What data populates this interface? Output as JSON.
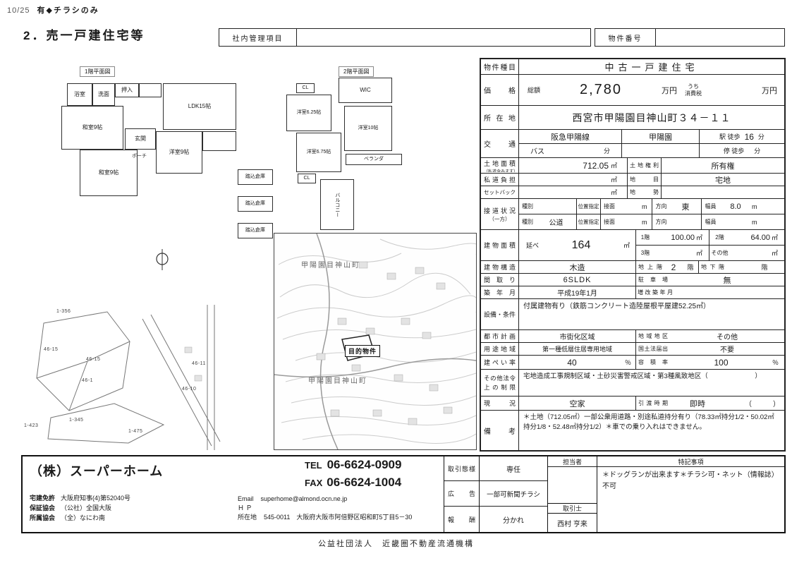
{
  "u": {
    "sqm": "㎡",
    "m": "m",
    "man_yen": "万円",
    "pct": "％",
    "min": "分",
    "kai": "階"
  },
  "page": {
    "note_date": "10/25",
    "note_text": "有◆チラシのみ",
    "title": "2．売一戸建住宅等",
    "internal_box_label": "社内管理項目",
    "property_no_label": "物件番号",
    "footer": "公益社団法人　近畿圏不動産流通機構"
  },
  "plan1": {
    "title": "1階平面図",
    "rooms": {
      "bath": "浴室",
      "wash": "洗面",
      "oshiire": "押入",
      "jp9": "和室9帖",
      "west9": "洋室9帖",
      "ldk": "LDK15帖",
      "entrance": "玄関",
      "porch": "ポーチ",
      "storage": "踏込倉庫"
    }
  },
  "plan2": {
    "title": "2階平面図",
    "rooms": {
      "cl": "CL",
      "r625": "洋室6.25帖",
      "r675": "洋室6.75帖",
      "r10": "洋室10帖",
      "wic": "WIC",
      "veranda": "ベランダ",
      "balcony": "バルコニー"
    }
  },
  "map": {
    "area_label": "甲陽園目神山町",
    "target_label": "目的物件"
  },
  "survey": {
    "lots": [
      "1-356",
      "46-15",
      "46-15",
      "46-1",
      "46-11",
      "46-10",
      "1-345",
      "1-423",
      "1-475"
    ]
  },
  "table": {
    "item_type": {
      "label": "物件種目",
      "value": "中古一戸建住宅"
    },
    "price": {
      "label": "価格",
      "total_label": "総額",
      "amount": "2,780",
      "tax_label_1": "うち",
      "tax_label_2": "消費税"
    },
    "address": {
      "label": "所在地",
      "value": "西宮市甲陽園目神山町３４－１１"
    },
    "access": {
      "label": "交通",
      "line": "阪急甲陽線",
      "station": "甲陽園",
      "walk_label": "駅 徒歩",
      "walk_min": "16",
      "bus_label": "バス",
      "stop_label": "停 徒歩"
    },
    "land": {
      "label": "土地面積",
      "label_sub": "（私道含みます）",
      "value": "712.05",
      "right_label": "土地権利",
      "right_value": "所有権"
    },
    "road_burden": {
      "label": "私道負担",
      "right_label": "地目",
      "right_value": "宅地"
    },
    "setback": {
      "label": "セットバック",
      "right_label": "地勢"
    },
    "frontage": {
      "label": "接道状況",
      "label_sub": "（一方）",
      "type_label": "種別",
      "pos_label": "位置指定",
      "face_label": "接面",
      "dir_label": "方向",
      "width_label": "幅員",
      "row1_dir": "東",
      "row1_width": "8.0",
      "row2_type": "公道"
    },
    "building_area": {
      "label": "建物面積",
      "total_label": "延べ",
      "total": "164",
      "f1_label": "1階",
      "f1": "100.00",
      "f2_label": "2階",
      "f2": "64.00",
      "f3_label": "3階",
      "other_label": "その他"
    },
    "structure": {
      "label": "建物構造",
      "value": "木造",
      "above_label": "地上階",
      "above": "2",
      "below_label": "地下階"
    },
    "layout": {
      "label": "間取り",
      "value": "6SLDK",
      "parking_label": "駐車場",
      "parking": "無"
    },
    "built": {
      "label": "築年月",
      "value": "平成19年1月",
      "renov_label": "増改築年月"
    },
    "equipment": {
      "label": "設備・条件",
      "value": "付属建物有り（鉄筋コンクリート造陸屋根平屋建52.25㎡）"
    },
    "city_plan": {
      "label": "都市計画",
      "value": "市街化区域",
      "right_label": "地域地区",
      "right_value": "その他"
    },
    "zoning": {
      "label": "用途地域",
      "value": "第一種低層住居専用地域",
      "right_label": "国土法届出",
      "right_value": "不要"
    },
    "coverage": {
      "label": "建ぺい率",
      "value": "40",
      "far_label": "容積率",
      "far_value": "100"
    },
    "other_law": {
      "label": "その他法令上の制限",
      "value": "宅地造成工事規制区域・土砂災害警戒区域・第3種風致地区（　　　　　　　）"
    },
    "status": {
      "label": "現況",
      "value": "空家",
      "right_label": "引渡時期",
      "right_value": "即時",
      "paren": "（　　　）"
    },
    "remarks": {
      "label": "備考",
      "value": "＊土地（712.05㎡）一部公衆用道路・別途私道持分有り（78.33㎡持分1/2・50.02㎡持分1/8・52.48㎡持分1/2）＊車での乗り入れはできません。"
    }
  },
  "company": {
    "name": "（株）スーパーホーム",
    "tel_label": "TEL",
    "tel": "06-6624-0909",
    "fax_label": "FAX",
    "fax": "06-6624-1004",
    "license_label": "宅建免許",
    "license": "大阪府知事(4)第52040号",
    "guarantee_label": "保証協会",
    "guarantee": "（公社）全国大阪",
    "assoc_label": "所属協会",
    "assoc": "（全）なにわ南",
    "email_label": "Email",
    "email": "superhome@almond.ocn.ne.jp",
    "hp_label": "Ｈ Ｐ",
    "office_label": "所在地",
    "office": "545-0011　大阪府大阪市阿倍野区昭和町5丁目5－30"
  },
  "deal": {
    "type_label": "取引態様",
    "type": "専任",
    "ad_label": "広告",
    "ad": "一部可新聞チラシ",
    "fee_label": "報酬",
    "fee": "分かれ",
    "staff_label": "担当者",
    "agent_label": "取引士",
    "agent": "西村 亨来",
    "notes_label": "特記事項",
    "notes": "＊ドッグランが出来ます＊チラシ可・ネット（情報誌）不可"
  }
}
